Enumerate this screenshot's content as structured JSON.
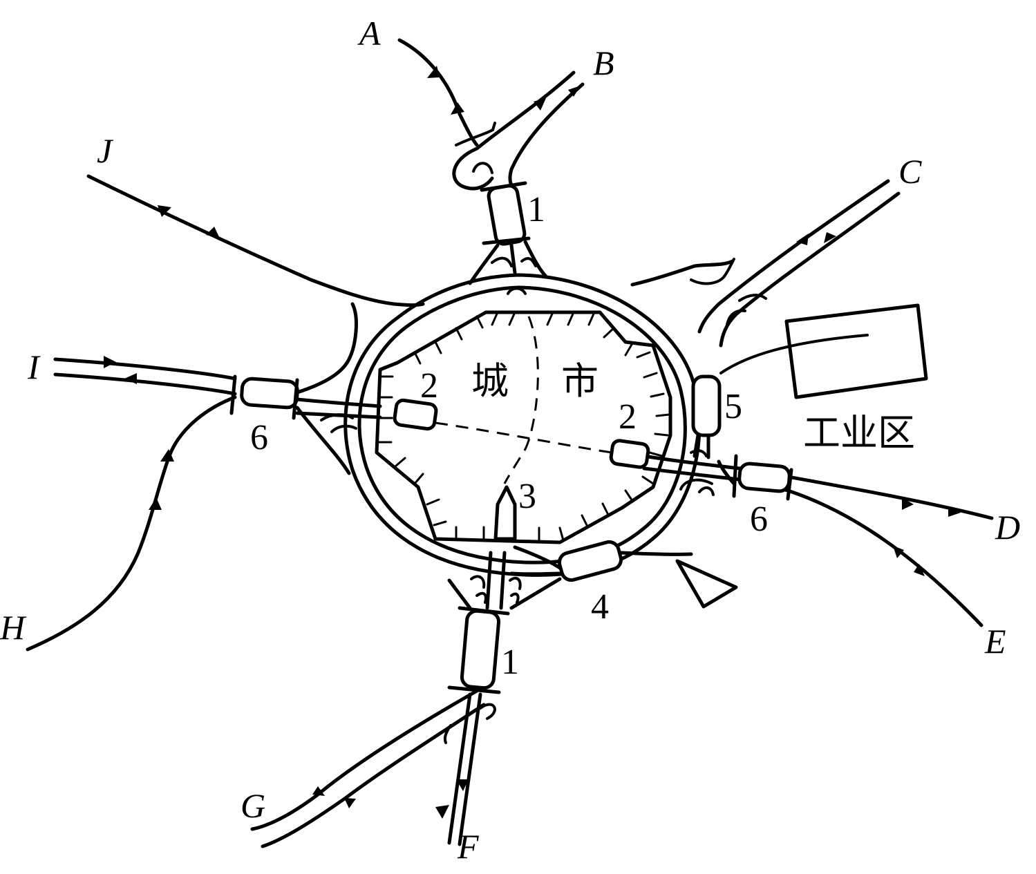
{
  "lines": {
    "A": "A",
    "B": "B",
    "C": "C",
    "D": "D",
    "E": "E",
    "F": "F",
    "G": "G",
    "H": "H",
    "I": "I",
    "J": "J"
  },
  "stations": {
    "north": "1",
    "south": "1",
    "city_west": "2",
    "city_east": "2",
    "city_center": "3",
    "southeast": "4",
    "east_industrial": "5",
    "west": "6",
    "east": "6"
  },
  "areas": {
    "city": [
      "城",
      "市"
    ],
    "industrial": "工业区"
  }
}
